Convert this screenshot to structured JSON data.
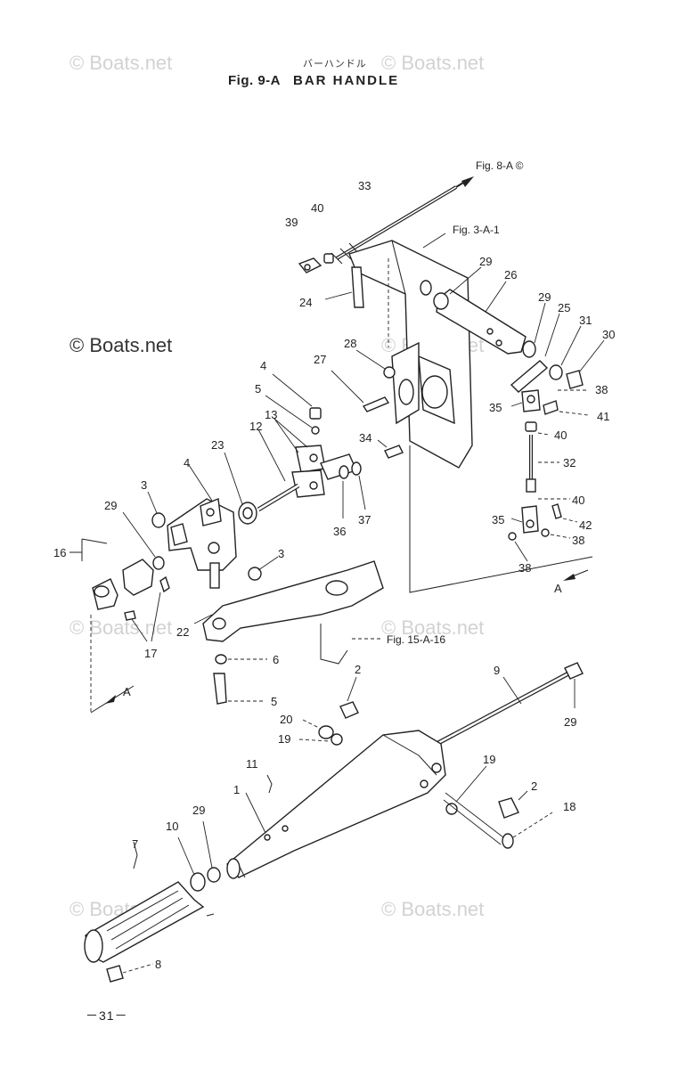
{
  "header": {
    "japanese_title": "バーハンドル",
    "fig_number": "Fig. 9-A",
    "title": "BAR HANDLE"
  },
  "watermarks": {
    "text": "© Boats.net"
  },
  "references": {
    "fig_8a": "Fig. 8-A ©",
    "fig_3a1": "Fig. 3-A-1",
    "fig_15a16": "Fig. 15-A-16"
  },
  "callouts": {
    "c33": "33",
    "c40a": "40",
    "c39": "39",
    "c24": "24",
    "c29a": "29",
    "c26": "26",
    "c29b": "29",
    "c25": "25",
    "c31": "31",
    "c30": "30",
    "c28": "28",
    "c27": "27",
    "c38a": "38",
    "c41": "41",
    "c35a": "35",
    "c40b": "40",
    "c4a": "4",
    "c5a": "5",
    "c13": "13",
    "c12": "12",
    "c23": "23",
    "c4b": "4",
    "c34": "34",
    "c32": "32",
    "c3a": "3",
    "c29c": "29",
    "c16": "16",
    "c36": "36",
    "c37": "37",
    "c40c": "40",
    "c35b": "35",
    "c42": "42",
    "c38b": "38",
    "c38c": "38",
    "c3b": "3",
    "c22": "22",
    "c17": "17",
    "c6": "6",
    "c5b": "5",
    "c2a": "2",
    "c9": "9",
    "c29d": "29",
    "c20": "20",
    "c19a": "19",
    "c11": "11",
    "c19b": "19",
    "c1": "1",
    "c2b": "2",
    "c18": "18",
    "c10": "10",
    "c29e": "29",
    "c7": "7",
    "c8": "8",
    "arrowA1": "A",
    "arrowA2": "A"
  },
  "page": {
    "number": "－31－"
  }
}
